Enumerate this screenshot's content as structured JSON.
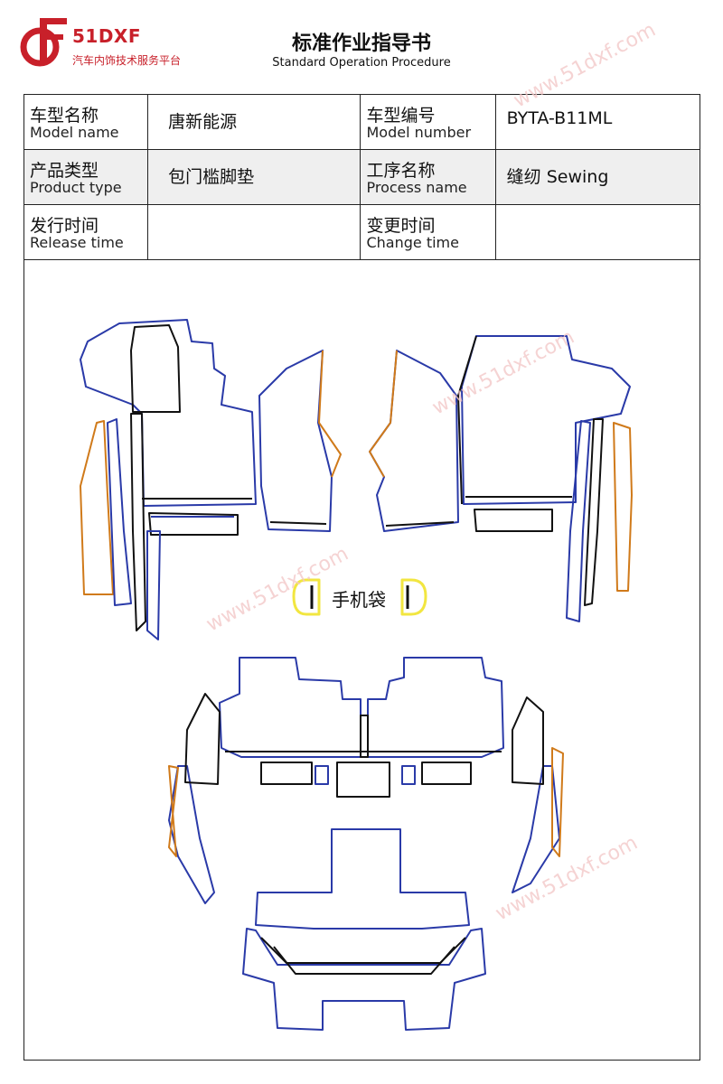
{
  "logo": {
    "brand": "51DXF",
    "tagline": "汽车内饰技术服务平台"
  },
  "header": {
    "title": "标准作业指导书",
    "subtitle": "Standard Operation Procedure"
  },
  "info": {
    "model_name_cn": "车型名称",
    "model_name_en": "Model name",
    "model_name_value": "唐新能源",
    "model_number_cn": "车型编号",
    "model_number_en": "Model number",
    "model_number_value": "BYTA-B11ML",
    "product_type_cn": "产品类型",
    "product_type_en": "Product type",
    "product_type_value": "包门槛脚垫",
    "process_name_cn": "工序名称",
    "process_name_en": "Process name",
    "process_name_value": "缝纫 Sewing",
    "release_time_cn": "发行时间",
    "release_time_en": "Release time",
    "release_time_value": "",
    "change_time_cn": "变更时间",
    "change_time_en": "Change time",
    "change_time_value": ""
  },
  "diagram": {
    "pocket_label": "手机袋"
  },
  "watermark": "www.51dxf.com",
  "colors": {
    "brand": "#c8202a",
    "outline_blue": "#2a3aa8",
    "outline_orange": "#d07a1a",
    "pocket_yellow": "#f2e640"
  }
}
